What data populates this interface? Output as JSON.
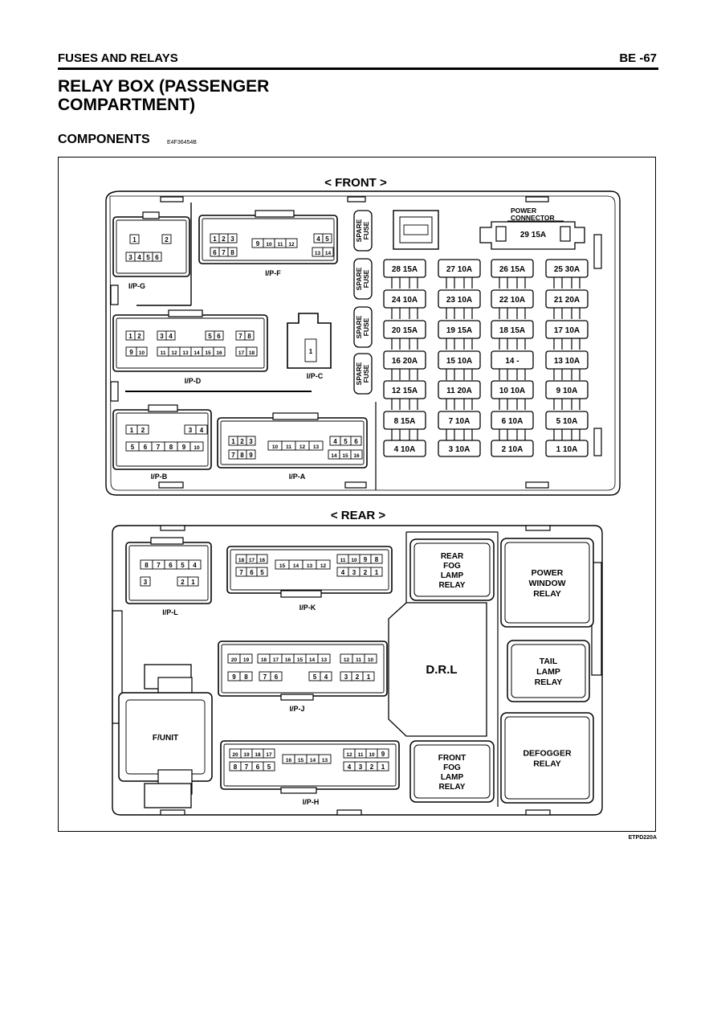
{
  "header": {
    "section": "FUSES AND RELAYS",
    "page": "BE -67"
  },
  "title_lines": [
    "RELAY BOX (PASSENGER",
    "COMPARTMENT)"
  ],
  "components": {
    "heading": "COMPONENTS",
    "code": "E4F36454B"
  },
  "figure_id": "ETPD220A",
  "front": {
    "label": "< FRONT >",
    "spare_label": [
      "SPARE",
      "FUSE"
    ],
    "power_connector": [
      "POWER",
      "CONNECTOR"
    ],
    "fuses": [
      {
        "no": "29",
        "amp": "15A"
      },
      {
        "no": "28",
        "amp": "15A"
      },
      {
        "no": "27",
        "amp": "10A"
      },
      {
        "no": "26",
        "amp": "15A"
      },
      {
        "no": "25",
        "amp": "30A"
      },
      {
        "no": "24",
        "amp": "10A"
      },
      {
        "no": "23",
        "amp": "10A"
      },
      {
        "no": "22",
        "amp": "10A"
      },
      {
        "no": "21",
        "amp": "20A"
      },
      {
        "no": "20",
        "amp": "15A"
      },
      {
        "no": "19",
        "amp": "15A"
      },
      {
        "no": "18",
        "amp": "15A"
      },
      {
        "no": "17",
        "amp": "10A"
      },
      {
        "no": "16",
        "amp": "20A"
      },
      {
        "no": "15",
        "amp": "10A"
      },
      {
        "no": "14",
        "amp": "-"
      },
      {
        "no": "13",
        "amp": "10A"
      },
      {
        "no": "12",
        "amp": "15A"
      },
      {
        "no": "11",
        "amp": "20A"
      },
      {
        "no": "10",
        "amp": "10A"
      },
      {
        "no": "9",
        "amp": "10A"
      },
      {
        "no": "8",
        "amp": "15A"
      },
      {
        "no": "7",
        "amp": "10A"
      },
      {
        "no": "6",
        "amp": "10A"
      },
      {
        "no": "5",
        "amp": "10A"
      },
      {
        "no": "4",
        "amp": "10A"
      },
      {
        "no": "3",
        "amp": "10A"
      },
      {
        "no": "2",
        "amp": "10A"
      },
      {
        "no": "1",
        "amp": "10A"
      }
    ],
    "connectors": {
      "ipg": {
        "label": "I/P-G",
        "rows": [
          [
            "1",
            "2"
          ],
          [
            "3",
            "4",
            "5",
            "6"
          ]
        ]
      },
      "ipf": {
        "label": "I/P-F",
        "rows": [
          [
            "1",
            "2",
            "3"
          ],
          [
            "9",
            "10",
            "11",
            "12"
          ],
          [
            "4",
            "5"
          ],
          [
            "6",
            "7",
            "8"
          ],
          [
            "13",
            "14"
          ]
        ]
      },
      "ipd": {
        "label": "I/P-D",
        "rows": [
          [
            "1",
            "2",
            "3",
            "4",
            "5",
            "6",
            "7",
            "8"
          ],
          [
            "9",
            "10",
            "11",
            "12",
            "13",
            "14",
            "15",
            "16",
            "17",
            "18"
          ]
        ]
      },
      "ipc": {
        "label": "I/P-C",
        "pin": "1"
      },
      "ipb": {
        "label": "I/P-B",
        "rows": [
          [
            "1",
            "2",
            "3",
            "4"
          ],
          [
            "5",
            "6",
            "7",
            "8",
            "9",
            "10"
          ]
        ]
      },
      "ipa": {
        "label": "I/P-A",
        "rows": [
          [
            "1",
            "2",
            "3"
          ],
          [
            "10",
            "11",
            "12",
            "13"
          ],
          [
            "4",
            "5",
            "6"
          ],
          [
            "7",
            "8",
            "9"
          ],
          [
            "14",
            "15",
            "16"
          ]
        ]
      }
    }
  },
  "rear": {
    "label": "< REAR >",
    "relays": {
      "rear_fog": [
        "REAR",
        "FOG",
        "LAMP",
        "RELAY"
      ],
      "power_window": [
        "POWER",
        "WINDOW",
        "RELAY"
      ],
      "drl": [
        "D.R.L"
      ],
      "tail": [
        "TAIL",
        "LAMP",
        "RELAY"
      ],
      "front_fog": [
        "FRONT",
        "FOG",
        "LAMP",
        "RELAY"
      ],
      "defogger": [
        "DEFOGGER",
        "RELAY"
      ],
      "funit": [
        "F/UNIT"
      ]
    },
    "connectors": {
      "ipl": {
        "label": "I/P-L",
        "rows": [
          [
            "8",
            "7",
            "6",
            "5",
            "4"
          ],
          [
            "3",
            "2",
            "1"
          ]
        ]
      },
      "ipk": {
        "label": "I/P-K",
        "rows": [
          [
            "18",
            "17",
            "16"
          ],
          [
            "15",
            "14",
            "13",
            "12"
          ],
          [
            "11",
            "10",
            "9",
            "8"
          ],
          [
            "7",
            "6",
            "5"
          ],
          [
            "4",
            "3",
            "2",
            "1"
          ]
        ]
      },
      "ipj": {
        "label": "I/P-J",
        "rows": [
          [
            "20",
            "19"
          ],
          [
            "18",
            "17",
            "16",
            "15",
            "14",
            "13"
          ],
          [
            "12",
            "11",
            "10"
          ],
          [
            "9",
            "8"
          ],
          [
            "7",
            "6"
          ],
          [
            "5",
            "4"
          ],
          [
            "3",
            "2",
            "1"
          ]
        ]
      },
      "iph": {
        "label": "I/P-H",
        "rows": [
          [
            "20",
            "19",
            "18",
            "17"
          ],
          [
            "16",
            "15",
            "14",
            "13"
          ],
          [
            "12",
            "11",
            "10",
            "9"
          ],
          [
            "8",
            "7",
            "6",
            "5"
          ],
          [
            "4",
            "3",
            "2",
            "1"
          ]
        ]
      }
    }
  }
}
